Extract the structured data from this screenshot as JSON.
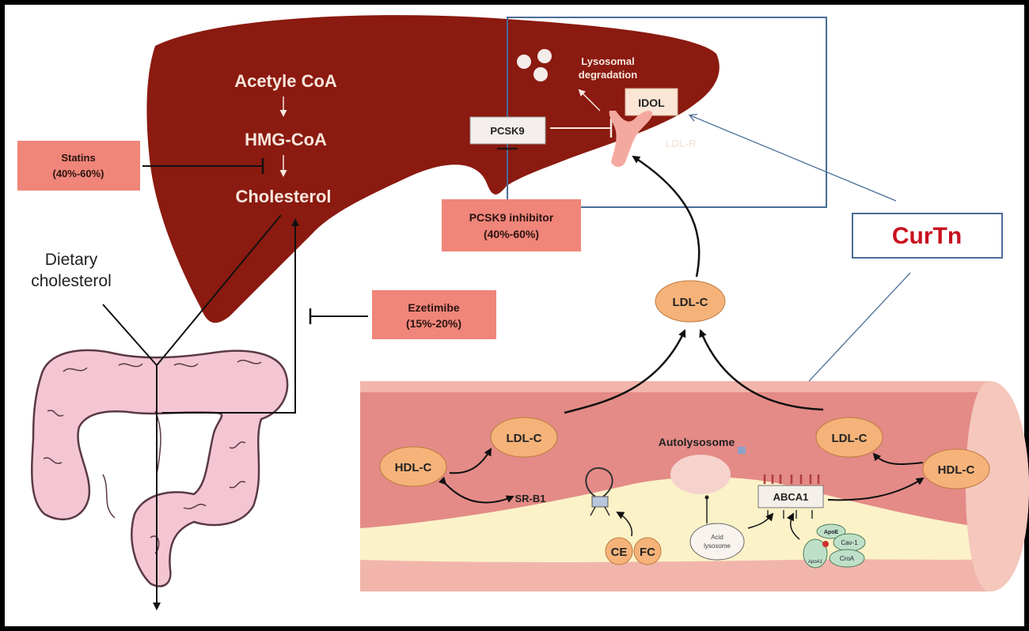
{
  "liver": {
    "pathway": [
      "Acetyle CoA",
      "HMG-CoA",
      "Cholesterol"
    ],
    "lysosome_line1": "Lysosomal",
    "lysosome_line2": "degradation",
    "idol": "IDOL",
    "pcsk9": "PCSK9",
    "ldlr": "LDL-R"
  },
  "drugs": {
    "statins_line1": "Statins",
    "statins_line2": "(40%-60%)",
    "pcsk9i_line1": "PCSK9 inhibitor",
    "pcsk9i_line2": "(40%-60%)",
    "ezetimibe_line1": "Ezetimibe",
    "ezetimibe_line2": "(15%-20%)"
  },
  "dietary_line1": "Dietary",
  "dietary_line2": "cholesterol",
  "curtn": "CurTn",
  "vessel": {
    "ldl_top": "LDL-C",
    "ldl_left": "LDL-C",
    "ldl_right": "LDL-C",
    "hdl_left": "HDL-C",
    "hdl_right": "HDL-C",
    "sr_b1": "SR-B1",
    "autolysosome": "Autolysosome",
    "abca1": "ABCA1",
    "ce": "CE",
    "fc": "FC",
    "acid_line1": "Acid",
    "acid_line2": "lysosome",
    "apo_e": "ApoE",
    "apoa1": "ApoA1",
    "cav1": "Cav-1",
    "croa": "CroA"
  },
  "colors": {
    "liver": "#8b1a10",
    "drug_box": "#f0857a",
    "ldl_fill": "#f5b37a",
    "intestine": "#f4c6d3",
    "vessel_wall": "#f2b5ab",
    "vessel_lumen": "#e48b87",
    "plaque": "#fbf2c8",
    "curtn_text": "#c8101e",
    "frame_blue": "#4a6d96"
  }
}
